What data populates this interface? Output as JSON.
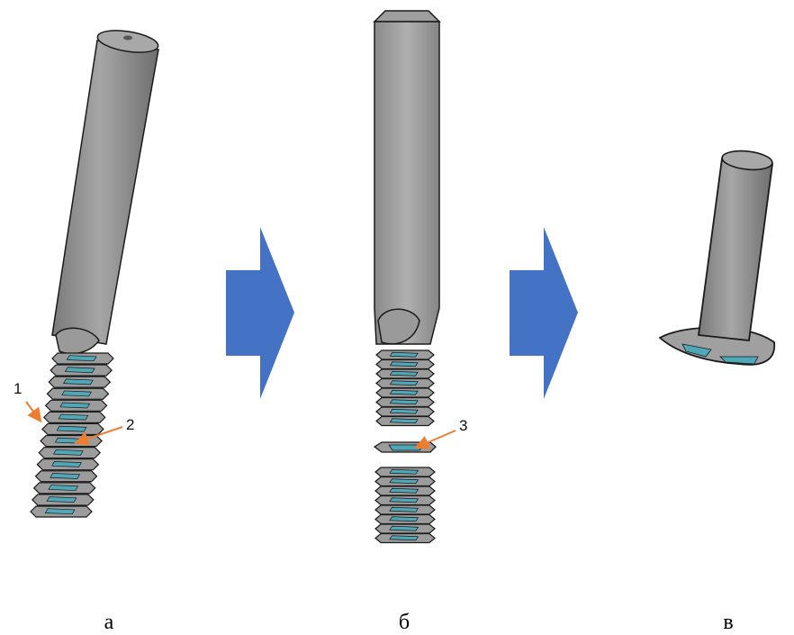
{
  "panels": [
    {
      "id": "a",
      "label": "а"
    },
    {
      "id": "b",
      "label": "б"
    },
    {
      "id": "v",
      "label": "в"
    }
  ],
  "callouts": [
    {
      "id": "1",
      "text": "1"
    },
    {
      "id": "2",
      "text": "2"
    },
    {
      "id": "3",
      "text": "3"
    }
  ],
  "colors": {
    "shank": "#8f8f8f",
    "shank_highlight": "#b4b4b4",
    "outline": "#1a1a1a",
    "thread_gray": "#9c9c9c",
    "thread_cyan": "#4fa8b8",
    "arrow_blue": "#4472c4",
    "callout_orange": "#ed7d31"
  }
}
